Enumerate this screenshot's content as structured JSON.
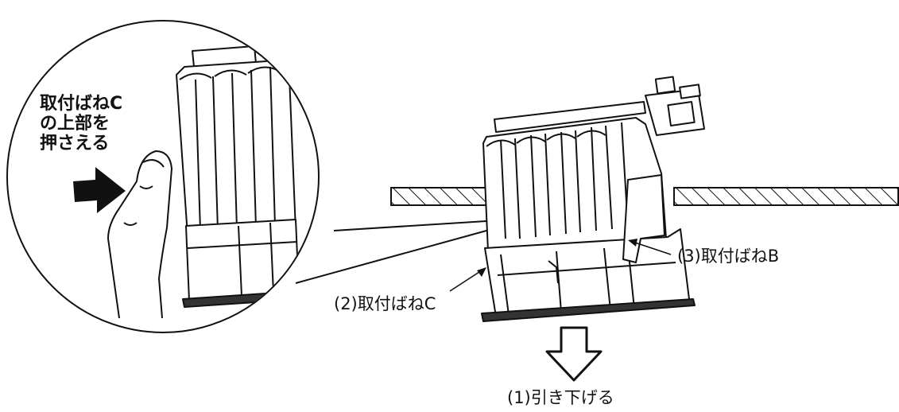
{
  "diagram": {
    "callout": {
      "line1": "取付ばねC",
      "line2": "の上部を",
      "line3": "押さえる"
    },
    "labels": {
      "step1": "(1)引き下げる",
      "step2": "(2)取付ばねC",
      "step3": "(3)取付ばねB"
    }
  }
}
